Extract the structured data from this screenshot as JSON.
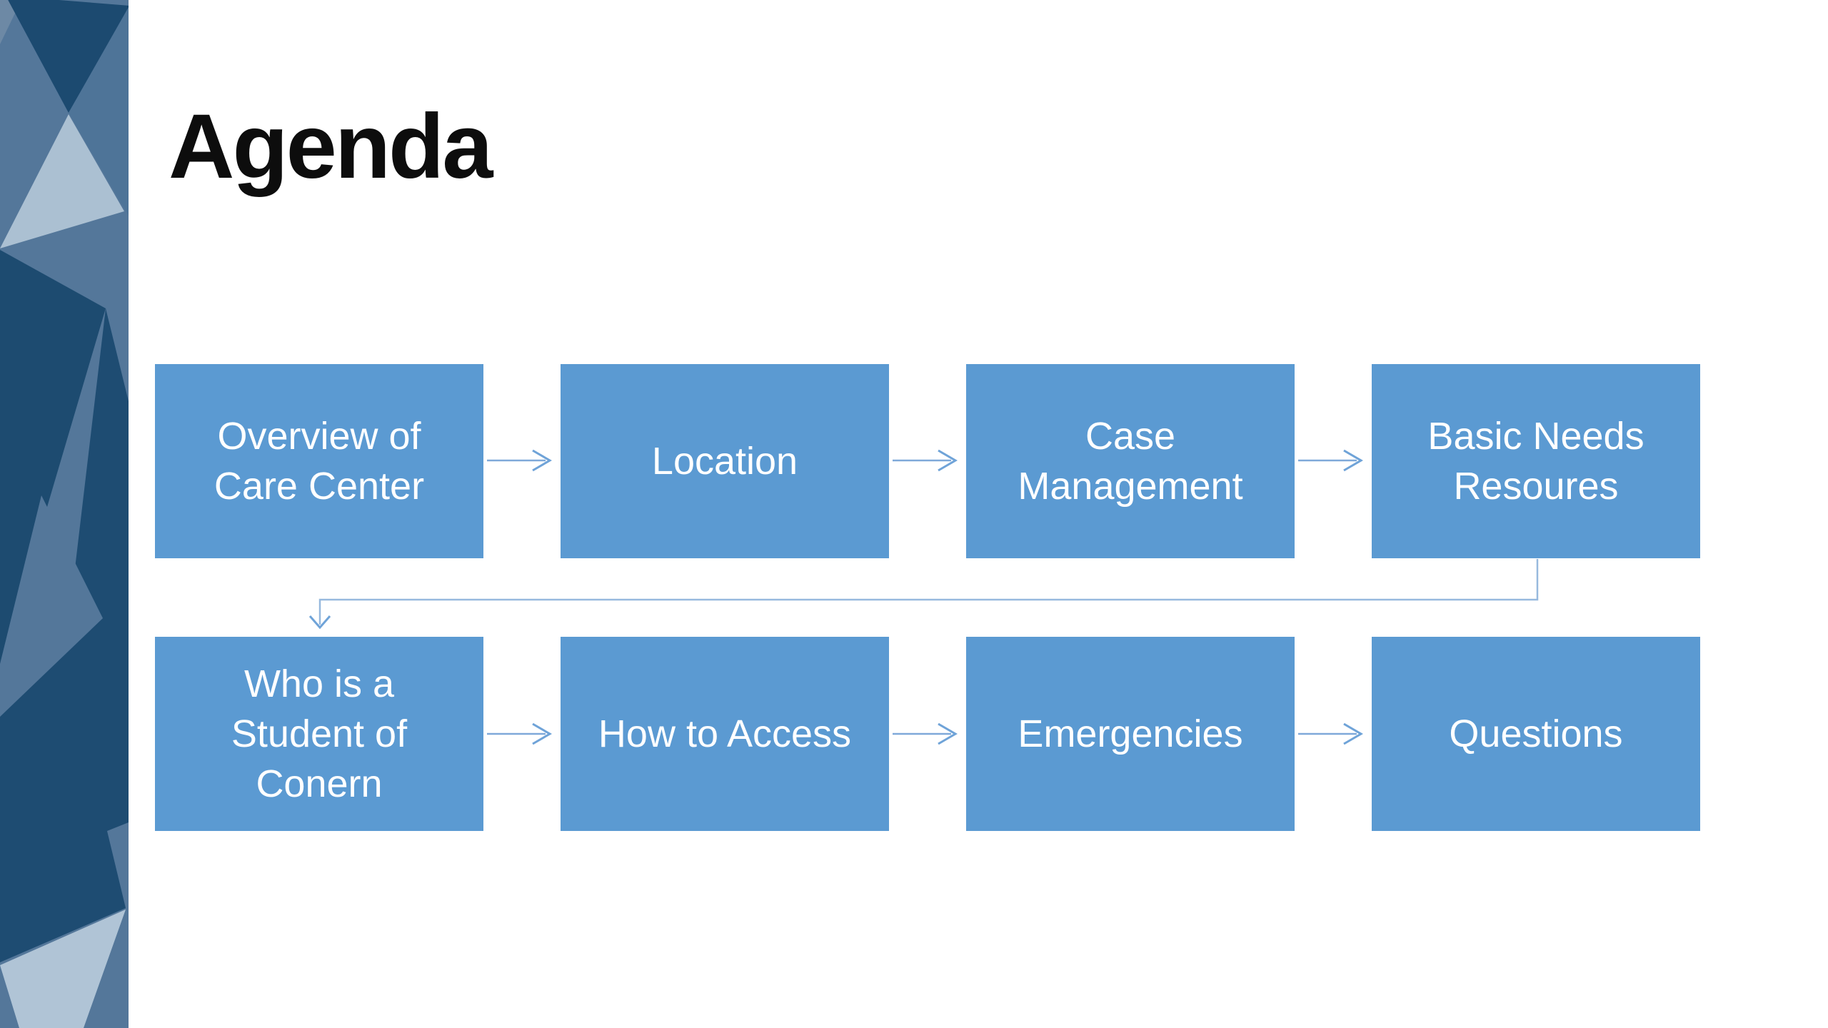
{
  "title": "Agenda",
  "boxes": [
    {
      "id": "overview",
      "lines": [
        "Overview of",
        "Care Center"
      ]
    },
    {
      "id": "location",
      "lines": [
        "Location"
      ]
    },
    {
      "id": "case-management",
      "lines": [
        "Case",
        "Management"
      ]
    },
    {
      "id": "basic-needs",
      "lines": [
        "Basic Needs",
        "Resoures"
      ]
    },
    {
      "id": "who-student",
      "lines": [
        "Who is a",
        "Student of",
        "Conern"
      ]
    },
    {
      "id": "how-access",
      "lines": [
        "How to Access"
      ]
    },
    {
      "id": "emergencies",
      "lines": [
        "Emergencies"
      ]
    },
    {
      "id": "questions",
      "lines": [
        "Questions"
      ]
    }
  ],
  "flow_sequence": [
    "Overview of Care Center",
    "Location",
    "Case Management",
    "Basic Needs Resoures",
    "Who is a Student of Conern",
    "How to Access",
    "Emergencies",
    "Questions"
  ],
  "colors": {
    "background": "#ffffff",
    "box_fill": "#5b9ad2",
    "box_text": "#ffffff",
    "arrow": "#6fa3d8",
    "connector": "#97b9de",
    "title_text": "#0d0d0d",
    "sidebar_navy": "#1c4a70",
    "sidebar_slate": "#54779a",
    "sidebar_light": "#abc0d2"
  }
}
